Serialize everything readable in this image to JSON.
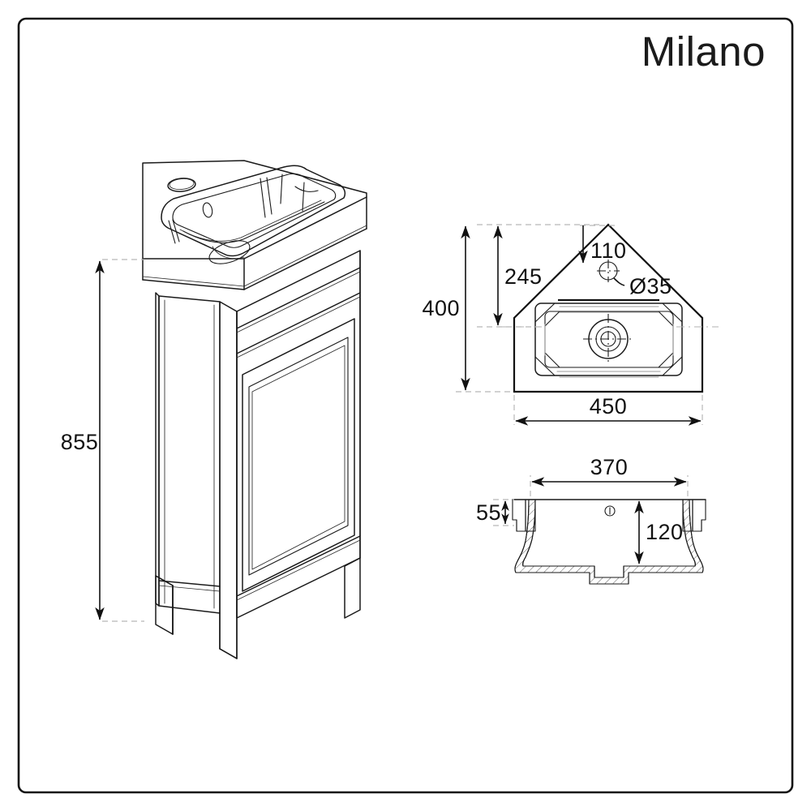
{
  "sheet": {
    "brand": "Milano",
    "background_color": "#ffffff",
    "line_color": "#1a1a1a",
    "border_color": "#111111"
  },
  "views": {
    "isometric": {
      "name": "isometric-vanity-unit",
      "description": "Corner cloakroom vanity unit with basin, framed door panel and legs"
    },
    "top": {
      "name": "top-view-basin",
      "description": "Plan view of corner basin"
    },
    "section": {
      "name": "cross-section-basin",
      "description": "Front cross-section of basin"
    }
  },
  "dimensions": {
    "height": {
      "label": "855",
      "view": "isometric",
      "orientation": "vertical"
    },
    "depth_total": {
      "label": "400",
      "view": "top",
      "orientation": "vertical"
    },
    "depth_inner": {
      "label": "245",
      "view": "top",
      "orientation": "vertical"
    },
    "tap_offset": {
      "label": "110",
      "view": "top",
      "orientation": "vertical"
    },
    "tap_hole": {
      "label": "Ø35",
      "view": "top",
      "orientation": "leader"
    },
    "width_total": {
      "label": "450",
      "view": "top",
      "orientation": "horizontal"
    },
    "width_basin": {
      "label": "370",
      "view": "section",
      "orientation": "horizontal"
    },
    "rim_height": {
      "label": "55",
      "view": "section",
      "orientation": "vertical"
    },
    "bowl_depth": {
      "label": "120",
      "view": "section",
      "orientation": "vertical"
    }
  }
}
